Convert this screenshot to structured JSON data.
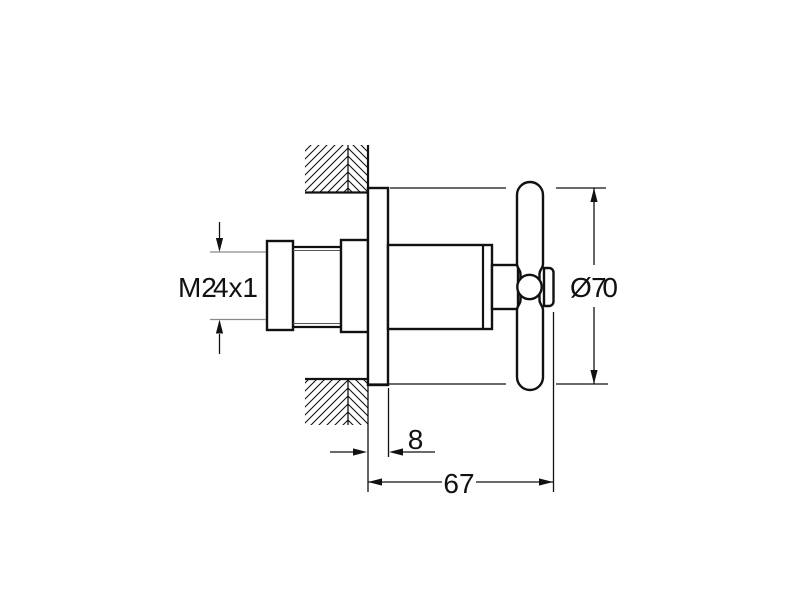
{
  "drawing": {
    "background_color": "#ffffff",
    "line_color": "#111111",
    "labels": {
      "thread": "M 24 x 1",
      "diameter": "Ø 70",
      "plate_thickness": "8",
      "depth": "67"
    }
  }
}
